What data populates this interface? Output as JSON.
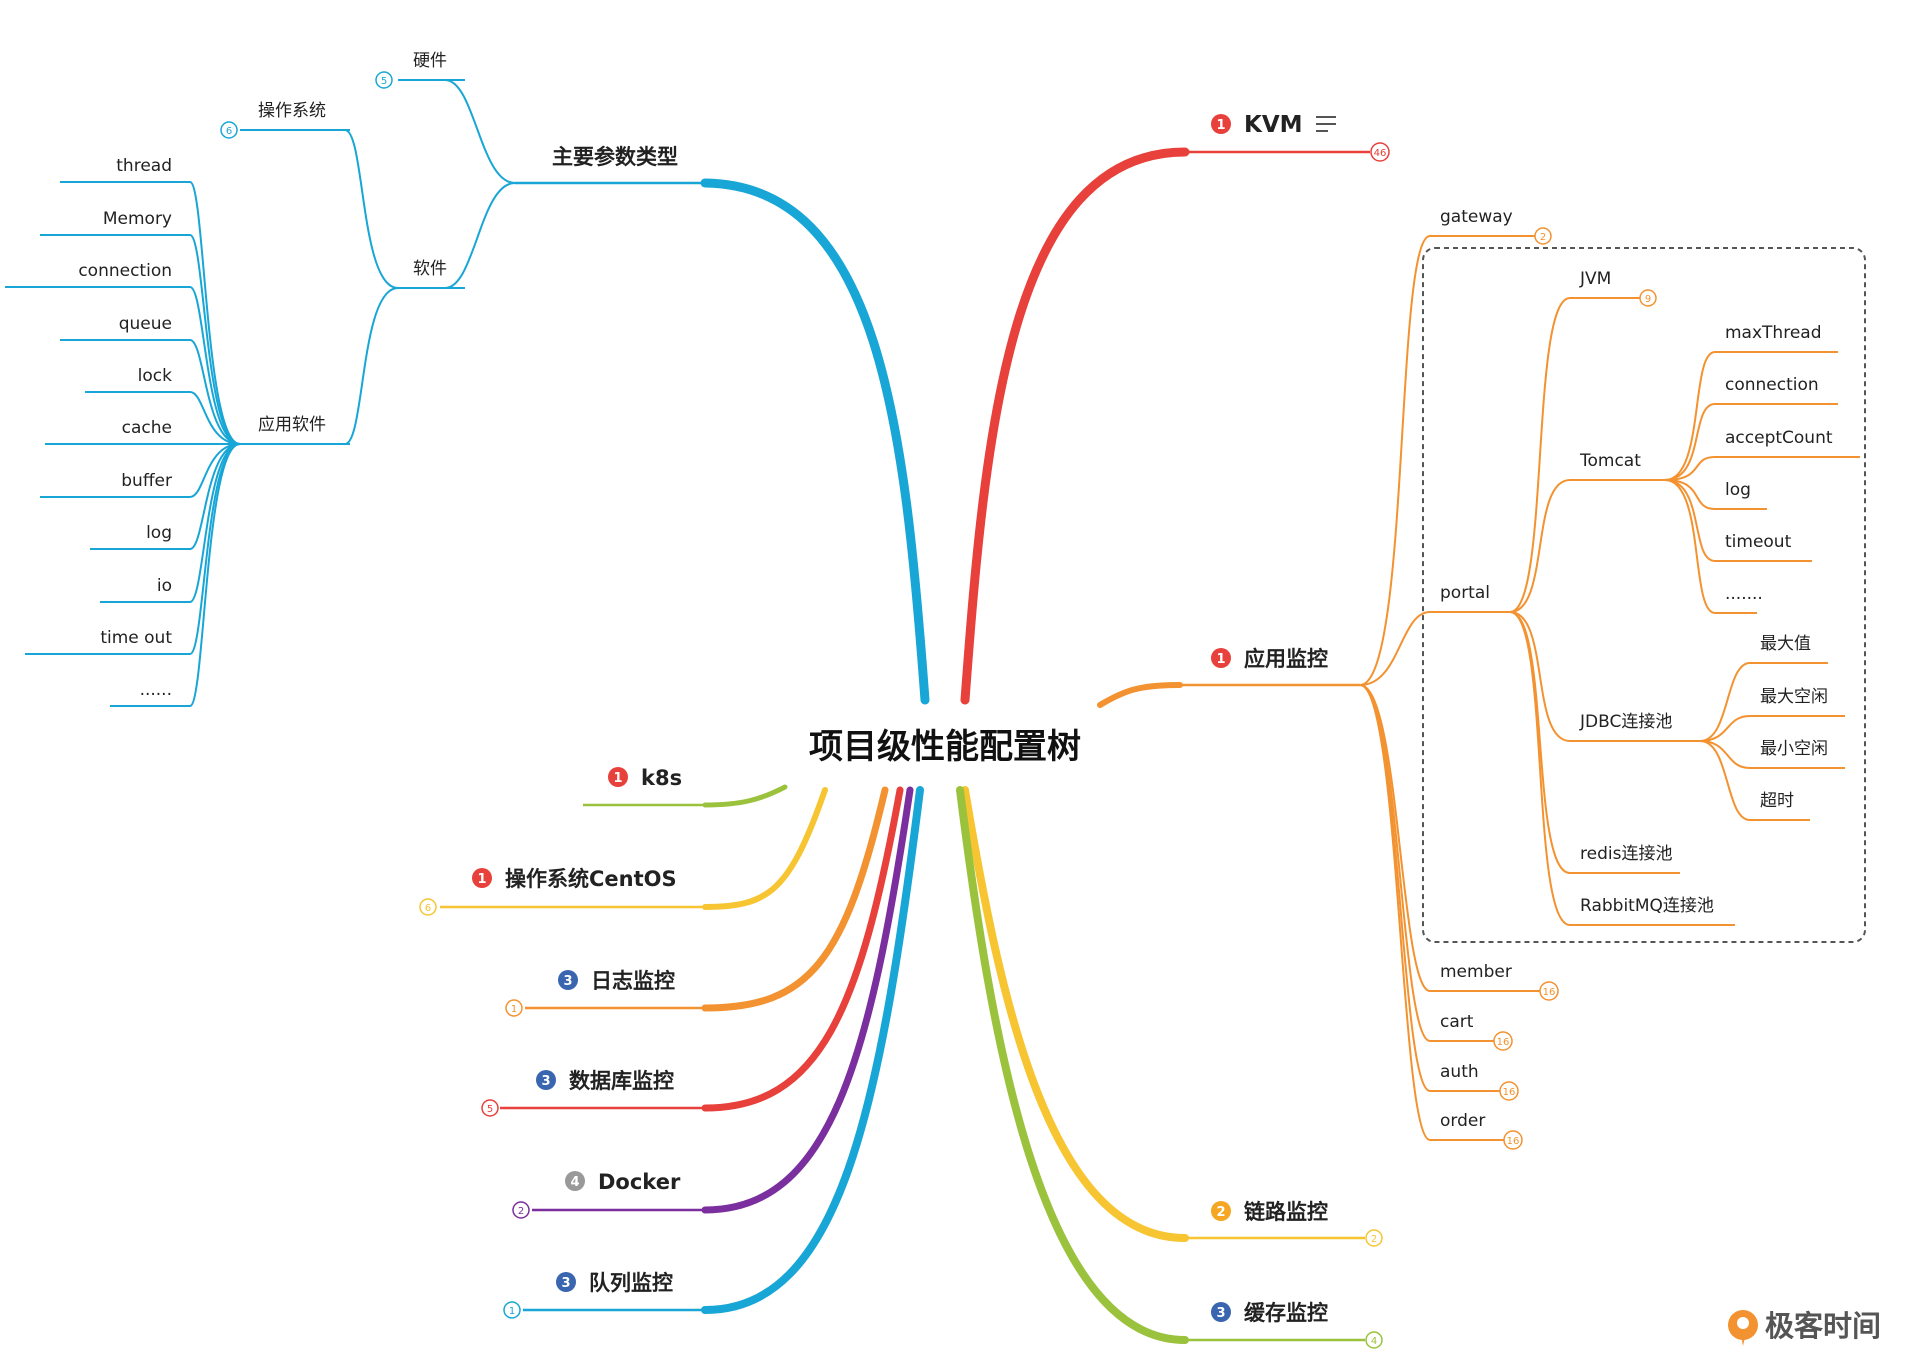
{
  "root": {
    "label": "项目级性能配置树"
  },
  "colors": {
    "red": "#e8403a",
    "orange": "#f39230",
    "yellow": "#f6c531",
    "blue": "#18a6d6",
    "purple": "#7b2f9e",
    "green": "#9bc23c",
    "gray": "#999999",
    "dark_blue": "#3a66b0"
  },
  "left_top": {
    "label": "主要参数类型",
    "children": [
      {
        "label": "硬件",
        "badge": "5"
      },
      {
        "label": "软件",
        "children": [
          {
            "label": "操作系统",
            "badge": "6"
          },
          {
            "label": "应用软件",
            "children": [
              "thread",
              "Memory",
              "connection",
              "queue",
              "lock",
              "cache",
              "buffer",
              "log",
              "io",
              "time out",
              "......"
            ]
          }
        ]
      }
    ]
  },
  "left_branches": [
    {
      "label": "k8s",
      "priority": "1",
      "badge": ""
    },
    {
      "label": "操作系统CentOS",
      "priority": "1",
      "badge": "6"
    },
    {
      "label": "日志监控",
      "priority": "3",
      "badge": "1"
    },
    {
      "label": "数据库监控",
      "priority": "3",
      "badge": "5"
    },
    {
      "label": "Docker",
      "priority": "4",
      "badge": "2"
    },
    {
      "label": "队列监控",
      "priority": "3",
      "badge": "1"
    }
  ],
  "right_branches": [
    {
      "label": "KVM",
      "priority": "1",
      "badge": "46",
      "has_note": true
    },
    {
      "label": "应用监控",
      "priority": "1"
    },
    {
      "label": "链路监控",
      "priority": "2",
      "badge": "2"
    },
    {
      "label": "缓存监控",
      "priority": "3",
      "badge": "4"
    }
  ],
  "app_monitor": {
    "gateway": {
      "label": "gateway",
      "badge": "2"
    },
    "portal": {
      "label": "portal",
      "jvm": {
        "label": "JVM",
        "badge": "9"
      },
      "tomcat": {
        "label": "Tomcat",
        "children": [
          "maxThread",
          "connection",
          "acceptCount",
          "log",
          "timeout",
          "......."
        ]
      },
      "jdbc": {
        "label": "JDBC连接池",
        "children": [
          "最大值",
          "最大空闲",
          "最小空闲",
          "超时"
        ]
      },
      "redis": {
        "label": "redis连接池"
      },
      "rabbitmq": {
        "label": "RabbitMQ连接池"
      }
    },
    "services": [
      {
        "label": "member",
        "badge": "16"
      },
      {
        "label": "cart",
        "badge": "16"
      },
      {
        "label": "auth",
        "badge": "16"
      },
      {
        "label": "order",
        "badge": "16"
      }
    ]
  },
  "watermark": {
    "label": "极客时间",
    "icon": "geektime-logo-icon"
  }
}
